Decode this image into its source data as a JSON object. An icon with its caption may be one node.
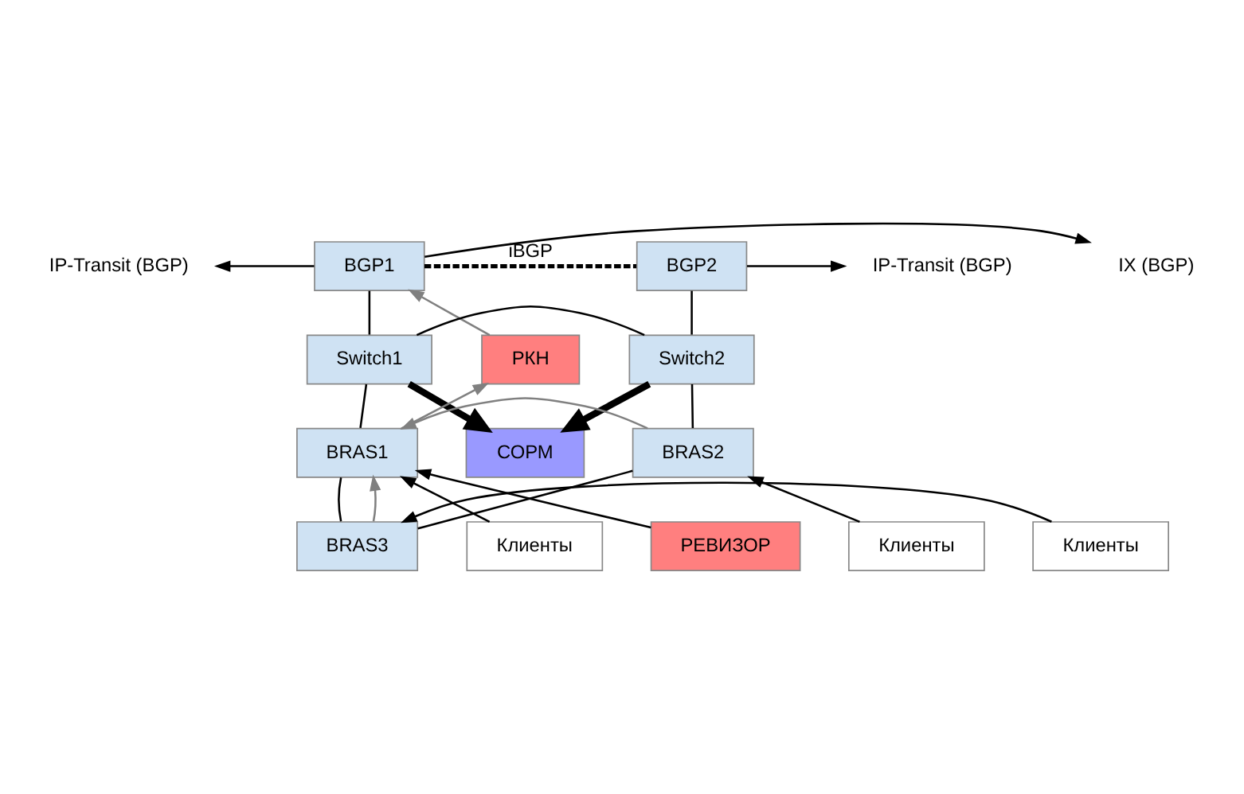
{
  "diagram": {
    "nodes": [
      {
        "text": [
          "IP-Transit (BGP)"
        ]
      },
      {
        "text": [
          "IX (BGP)"
        ]
      },
      {
        "text": [
          "IP-Transit (BGP)"
        ]
      },
      {
        "text": [
          "BGP1"
        ]
      },
      {
        "text": [
          "BGP2"
        ]
      },
      {
        "text": [
          "РКН"
        ]
      },
      {
        "text": [
          "Switch1"
        ]
      },
      {
        "text": [
          "Switch2"
        ]
      },
      {
        "text": [
          "BRAS1"
        ]
      },
      {
        "text": [
          "СОРМ"
        ]
      },
      {
        "text": [
          "BRAS2"
        ]
      },
      {
        "text": [
          "Клиенты"
        ]
      },
      {
        "text": [
          "BRAS3"
        ]
      },
      {
        "text": [
          "Клиенты"
        ]
      },
      {
        "text": [
          "РЕВИЗОР"
        ]
      },
      {
        "text": [
          "Клиенты"
        ]
      }
    ],
    "edges": [
      {
        "from": 3,
        "to": 0,
        "arrow": "to"
      },
      {
        "from": 3,
        "to": 1,
        "arrow": "to"
      },
      {
        "from": 4,
        "to": 2,
        "arrow": "to"
      },
      {
        "from": 3,
        "to": 4,
        "arrow": "none",
        "style": "dashed",
        "label": "iBGP"
      },
      {
        "from": 3,
        "to": 6,
        "arrow": "none"
      },
      {
        "from": 4,
        "to": 7,
        "arrow": "none"
      },
      {
        "from": 6,
        "to": 7,
        "arrow": "none"
      },
      {
        "from": 6,
        "to": 9,
        "arrow": "to",
        "style": "thick"
      },
      {
        "from": 7,
        "to": 9,
        "arrow": "to",
        "style": "thick"
      },
      {
        "from": 6,
        "to": 8,
        "arrow": "none"
      },
      {
        "from": 7,
        "to": 10,
        "arrow": "none"
      },
      {
        "from": 8,
        "to": 12,
        "arrow": "none"
      },
      {
        "from": 12,
        "to": 10,
        "arrow": "none"
      },
      {
        "from": 5,
        "to": 3,
        "arrow": "to",
        "color": "#808080"
      },
      {
        "from": 8,
        "to": 5,
        "arrow": "to",
        "color": "#808080"
      },
      {
        "from": 10,
        "to": 8,
        "arrow": "to",
        "color": "#808080"
      },
      {
        "from": 12,
        "to": 8,
        "arrow": "to",
        "color": "#808080"
      },
      {
        "from": 11,
        "to": 8,
        "arrow": "to"
      },
      {
        "from": 14,
        "to": 8,
        "arrow": "to"
      },
      {
        "from": 13,
        "to": 10,
        "arrow": "to"
      },
      {
        "from": 15,
        "to": 12,
        "arrow": "to"
      }
    ]
  }
}
